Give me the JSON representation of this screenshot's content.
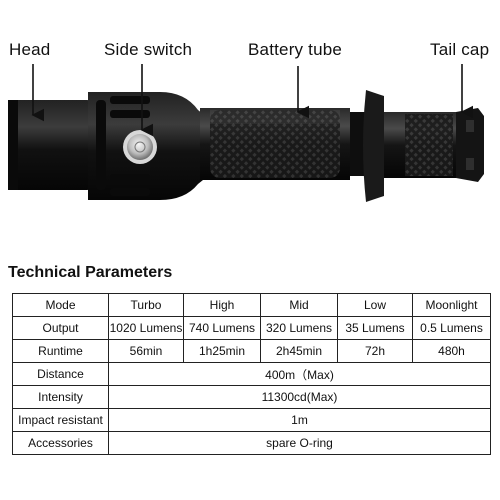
{
  "callouts": {
    "head": "Head",
    "side_switch": "Side switch",
    "battery_tube": "Battery  tube",
    "tail_cap": "Tail cap"
  },
  "section_title": "Technical Parameters",
  "table": {
    "columns": [
      "Mode",
      "Turbo",
      "High",
      "Mid",
      "Low",
      "Moonlight"
    ],
    "output": {
      "label": "Output",
      "values": [
        "1020 Lumens",
        "740 Lumens",
        "320 Lumens",
        "35 Lumens",
        "0.5 Lumens"
      ]
    },
    "runtime": {
      "label": "Runtime",
      "values": [
        "56min",
        "1h25min",
        "2h45min",
        "72h",
        "480h"
      ]
    },
    "distance": {
      "label": "Distance",
      "value": "400m（Max)"
    },
    "intensity": {
      "label": "Intensity",
      "value": "11300cd(Max)"
    },
    "impact": {
      "label": "Impact resistant",
      "value": "1m"
    },
    "accessories": {
      "label": "Accessories",
      "value": "spare O-ring"
    }
  },
  "colors": {
    "body": "#121212",
    "body_highlight": "#3a3a3a",
    "switch_ring": "#d8d8d8",
    "border": "#222222"
  }
}
